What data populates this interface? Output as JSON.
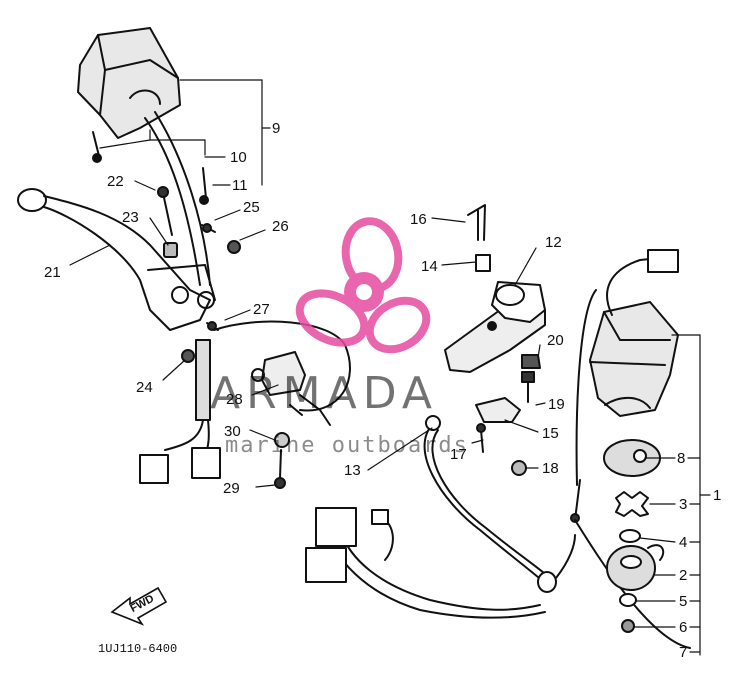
{
  "diagram": {
    "part_code": "1UJ110-6400",
    "direction_label": "FWD",
    "callouts": [
      "1",
      "2",
      "3",
      "4",
      "5",
      "6",
      "7",
      "8",
      "9",
      "10",
      "11",
      "12",
      "13",
      "14",
      "15",
      "16",
      "17",
      "18",
      "19",
      "20",
      "21",
      "22",
      "23",
      "24",
      "25",
      "26",
      "27",
      "28",
      "29",
      "30"
    ]
  },
  "watermark": {
    "brand": "ARMADA",
    "tagline": "marine outboards",
    "logo_color": "#e64ca0"
  }
}
